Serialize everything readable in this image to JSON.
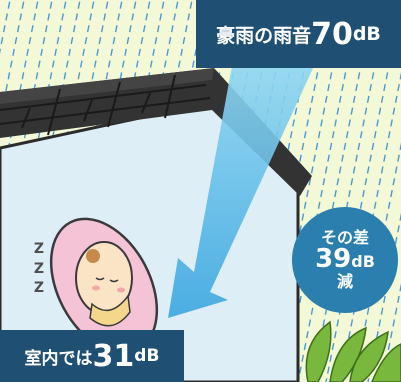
{
  "outdoor": {
    "label": "豪雨の雨音",
    "value": "70",
    "unit": "dB"
  },
  "difference": {
    "line1": "その差",
    "value": "39",
    "unit": "dB",
    "line3": "減"
  },
  "indoor": {
    "label": "室内では",
    "value": "31",
    "unit": "dB"
  },
  "sleep_text": [
    "Z",
    "Z",
    "Z"
  ],
  "colors": {
    "panel": "#1f4f73",
    "badge": "#2a7fae",
    "roof": "#2b2b2b",
    "wall": "#ddeef7",
    "rain": "#4a99d2",
    "background": "#f3f8d6"
  }
}
